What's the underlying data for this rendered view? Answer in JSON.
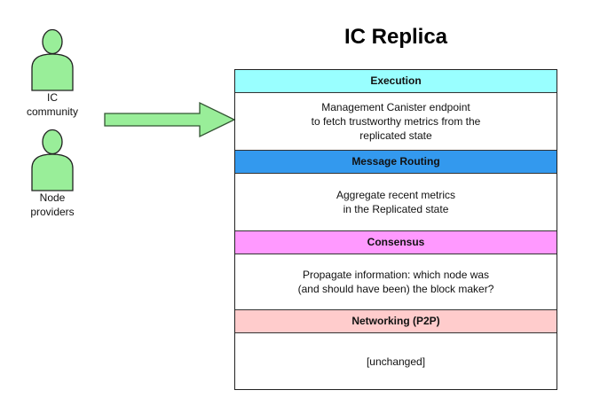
{
  "diagram": {
    "title": "IC Replica",
    "actors": [
      {
        "label_line1": "IC",
        "label_line2": "community"
      },
      {
        "label_line1": "Node",
        "label_line2": "providers"
      }
    ],
    "layers": [
      {
        "name": "Execution",
        "color": "#99ffff",
        "lines": [
          "Management Canister endpoint",
          "to fetch trustworthy metrics from the",
          "replicated state"
        ]
      },
      {
        "name": "Message Routing",
        "color": "#3399ee",
        "lines": [
          "Aggregate recent metrics",
          "in the Replicated state"
        ]
      },
      {
        "name": "Consensus",
        "color": "#ff99ff",
        "lines": [
          "Propagate information: which node was",
          "(and should have been) the block maker?"
        ]
      },
      {
        "name": "Networking (P2P)",
        "color": "#ffcccc",
        "lines": [
          "[unchanged]"
        ]
      }
    ],
    "colors": {
      "actor_fill": "#99ee99",
      "arrow_fill": "#99ee99",
      "outline": "#222222"
    }
  }
}
